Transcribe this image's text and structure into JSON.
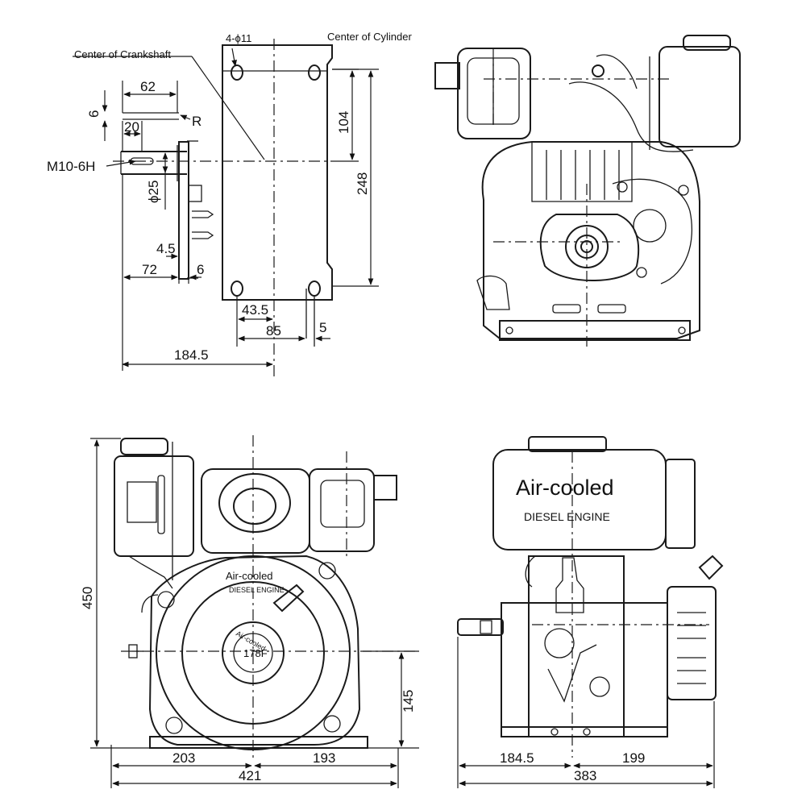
{
  "dims": {
    "bolt_holes": "4-ϕ11",
    "center_cylinder": "Center of Cylinder",
    "center_crankshaft": "Center of Crankshaft",
    "d62": "62",
    "d6a": "6",
    "r": "R",
    "d20": "20",
    "thread": "M10-6H",
    "dia25": "ϕ25",
    "d4_5": "4.5",
    "d72": "72",
    "d6b": "6",
    "d184_5a": "184.5",
    "d104": "104",
    "d248": "248",
    "d43_5": "43.5",
    "d85": "85",
    "d5": "5",
    "d450": "450",
    "d145": "145",
    "d203": "203",
    "d193": "193",
    "d421": "421",
    "d184_5b": "184.5",
    "d199": "199",
    "d383": "383"
  },
  "labels": {
    "front_brand": "Air-cooled",
    "front_sub": "DIESEL ENGINE",
    "model": "178F",
    "recoil_ring": "Air-cooled",
    "side_brand": "Air-cooled",
    "side_sub": "DIESEL ENGINE"
  }
}
